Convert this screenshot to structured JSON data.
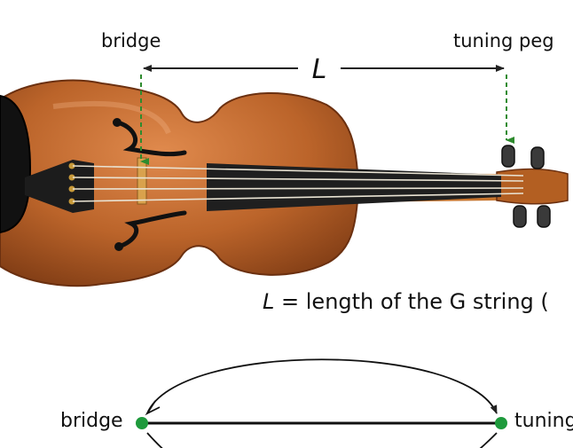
{
  "top": {
    "bridge_label": "bridge",
    "peg_label": "tuning peg",
    "length_symbol": "L"
  },
  "formula": {
    "symbol": "L",
    "equals": "=",
    "text": "length of the G string ("
  },
  "bottom": {
    "bridge_label": "bridge",
    "peg_label": "tuning"
  },
  "colors": {
    "body": "#b5612a",
    "fingerboard": "#1f1f1f",
    "guide": "#2e8b2e",
    "node": "#1e9a3c"
  }
}
